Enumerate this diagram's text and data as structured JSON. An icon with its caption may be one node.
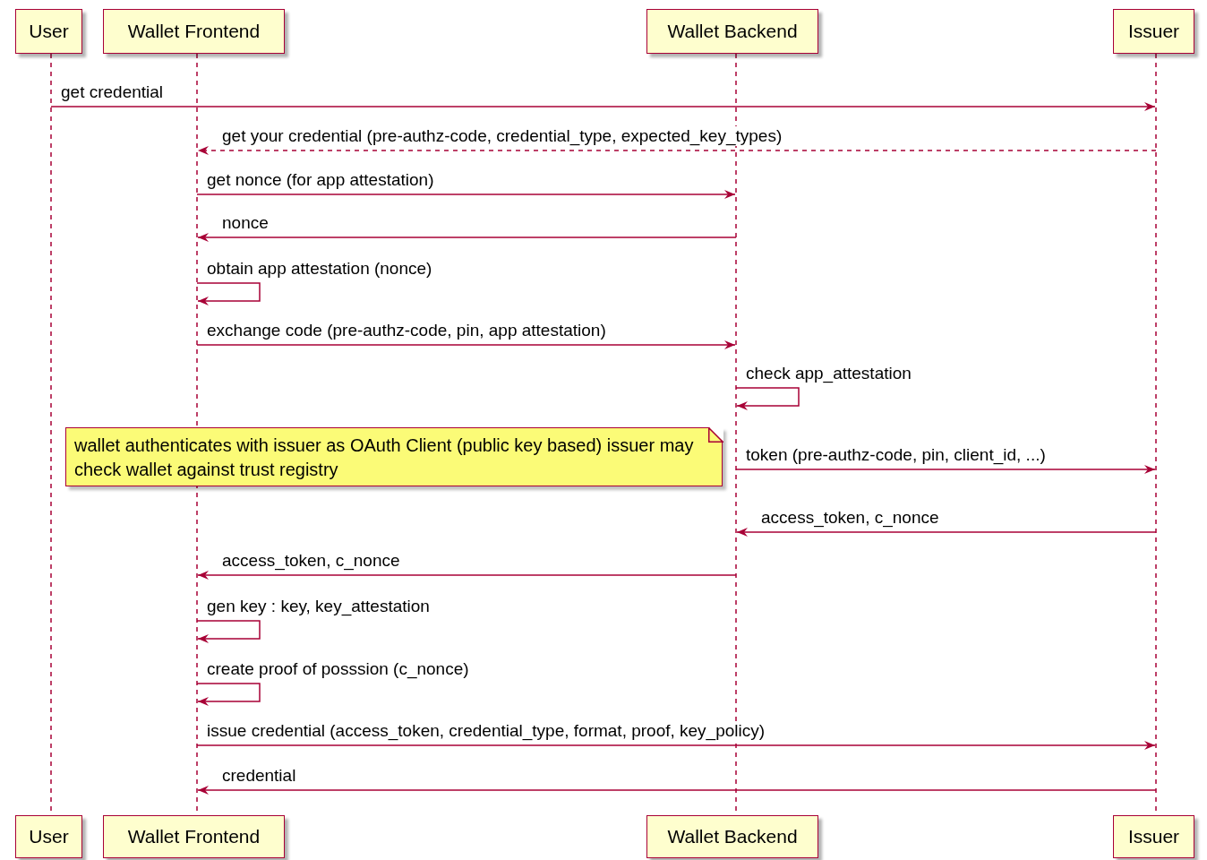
{
  "diagram": {
    "nodes": [
      {
        "text": [
          "User"
        ]
      },
      {
        "text": [
          "Wallet Frontend"
        ]
      },
      {
        "text": [
          "Wallet Backend"
        ]
      },
      {
        "text": [
          "Issuer"
        ]
      },
      {
        "text": [],
        "shape": "line"
      },
      {
        "text": [],
        "shape": "line"
      },
      {
        "text": [],
        "shape": "line"
      },
      {
        "text": [],
        "shape": "line"
      },
      {
        "text": [
          "wallet authenticates with issuer as OAuth Client (public key based) issuer may check wallet against trust registry"
        ]
      },
      {
        "text": [
          "User"
        ]
      },
      {
        "text": [
          "Wallet Frontend"
        ]
      },
      {
        "text": [
          "Wallet Backend"
        ]
      },
      {
        "text": [
          "Issuer"
        ]
      }
    ],
    "edges": [
      {
        "from": 4,
        "to": 7,
        "arrow": "to",
        "label": "get credential"
      },
      {
        "from": 7,
        "to": 5,
        "arrow": "to",
        "style": "dashed",
        "label": "get your credential (pre-authz-code, credential_type, expected_key_types)"
      },
      {
        "from": 5,
        "to": 6,
        "arrow": "to",
        "label": "get nonce (for app attestation)"
      },
      {
        "from": 6,
        "to": 5,
        "arrow": "to",
        "label": "nonce"
      },
      {
        "from": 5,
        "to": 5,
        "arrow": "to",
        "label": "obtain app attestation (nonce)"
      },
      {
        "from": 5,
        "to": 6,
        "arrow": "to",
        "label": "exchange code (pre-authz-code, pin, app attestation)"
      },
      {
        "from": 6,
        "to": 6,
        "arrow": "to",
        "label": "check app_attestation"
      },
      {
        "from": 6,
        "to": 7,
        "arrow": "to",
        "label": "token (pre-authz-code, pin, client_id, ...)"
      },
      {
        "from": 7,
        "to": 6,
        "arrow": "to",
        "label": "access_token, c_nonce"
      },
      {
        "from": 6,
        "to": 5,
        "arrow": "to",
        "label": "access_token, c_nonce"
      },
      {
        "from": 5,
        "to": 5,
        "arrow": "to",
        "label": "gen key : key, key_attestation"
      },
      {
        "from": 5,
        "to": 5,
        "arrow": "to",
        "label": "create proof of posssion (c_nonce)"
      },
      {
        "from": 5,
        "to": 7,
        "arrow": "to",
        "label": "issue credential (access_token, credential_type, format, proof, key_policy)"
      },
      {
        "from": 7,
        "to": 5,
        "arrow": "to",
        "label": "credential"
      }
    ]
  }
}
